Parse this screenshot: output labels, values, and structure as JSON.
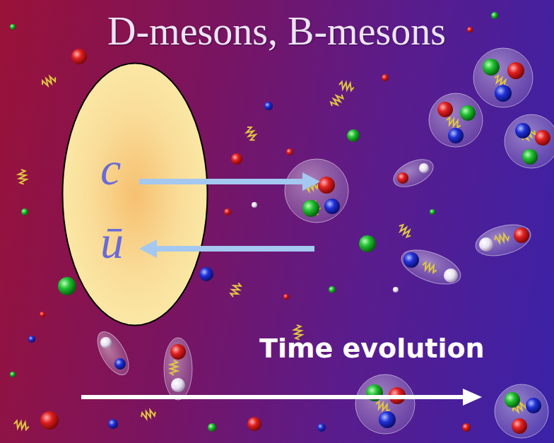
{
  "diagram": {
    "title": "D-mesons, B-mesons",
    "nodes": [
      {
        "text": [
          "c",
          "ū"
        ]
      }
    ],
    "labels": [
      "Time evolution"
    ]
  }
}
